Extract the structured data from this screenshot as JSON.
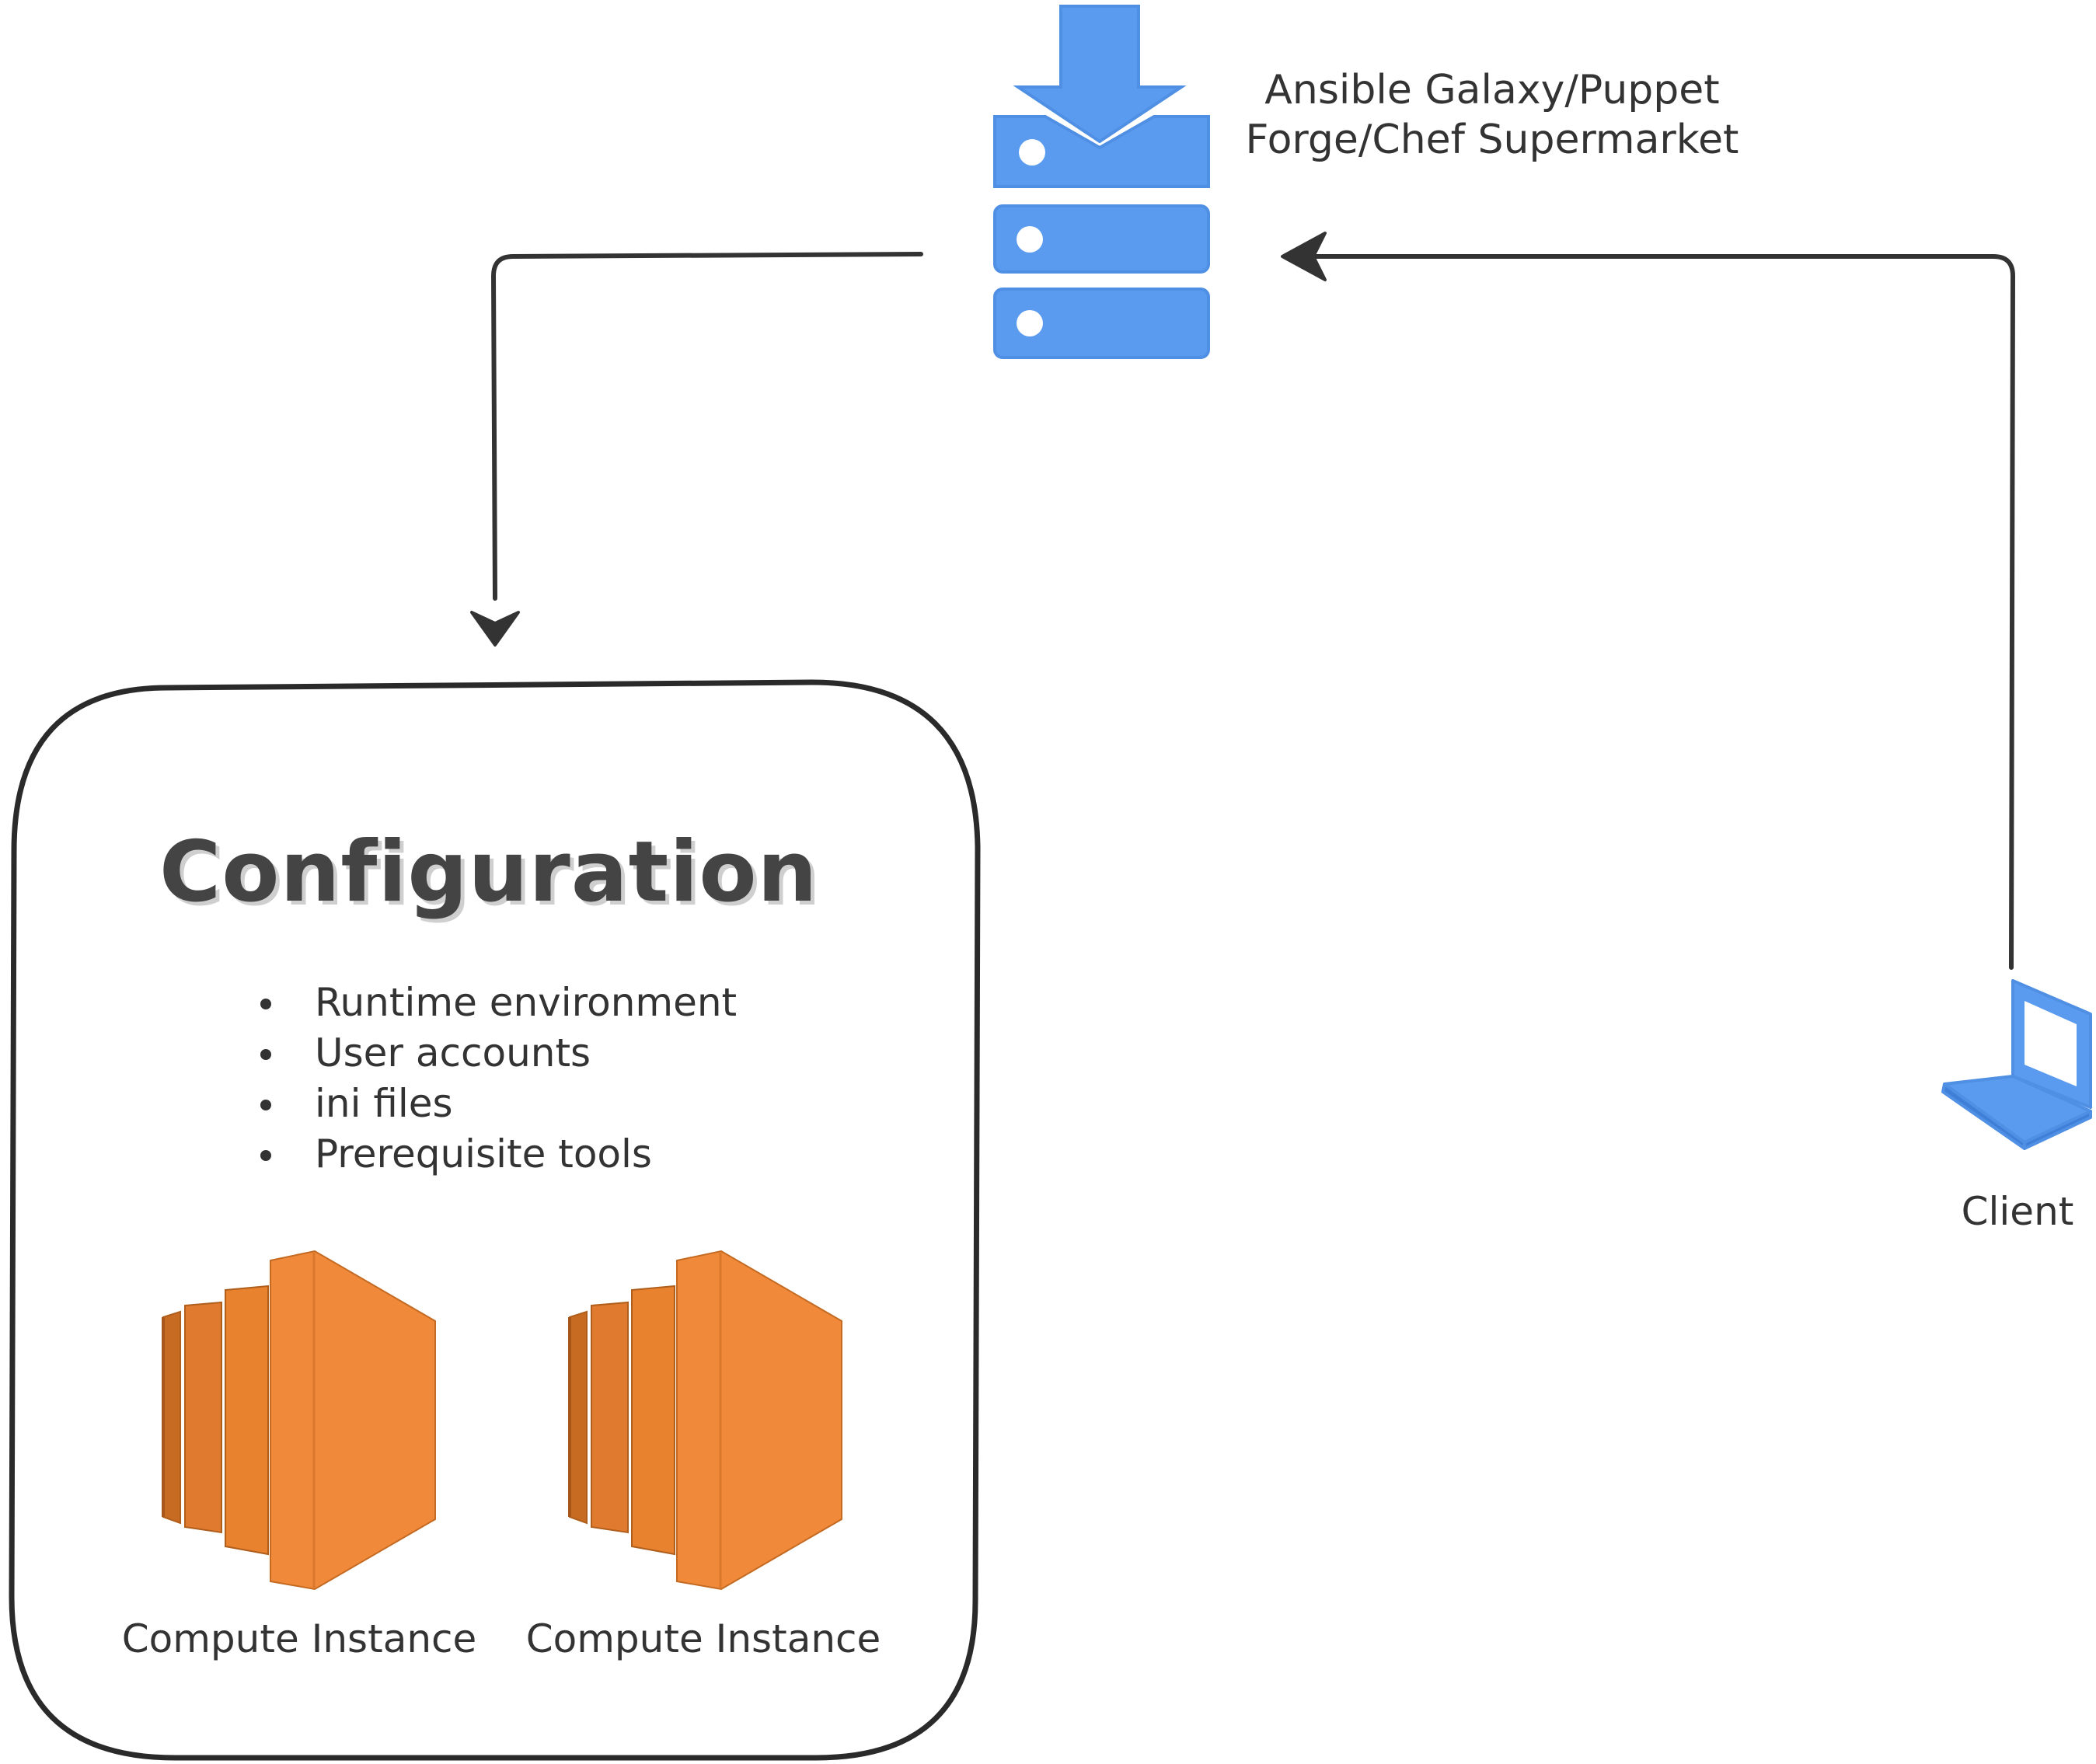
{
  "repository": {
    "label_line1": "Ansible Galaxy/Puppet",
    "label_line2": "Forge/Chef Supermarket",
    "icon": "server-download-icon"
  },
  "client": {
    "label": "Client",
    "icon": "laptop-icon"
  },
  "configuration": {
    "title": "Configuration",
    "items": [
      "Runtime environment",
      "User accounts",
      "ini files",
      "Prerequisite tools"
    ]
  },
  "instances": [
    {
      "label": "Compute Instance",
      "icon": "compute-instance-icon"
    },
    {
      "label": "Compute Instance",
      "icon": "compute-instance-icon"
    }
  ],
  "colors": {
    "server_blue": "#5b9bef",
    "instance_orange": "#f0893a",
    "line": "#333333"
  }
}
